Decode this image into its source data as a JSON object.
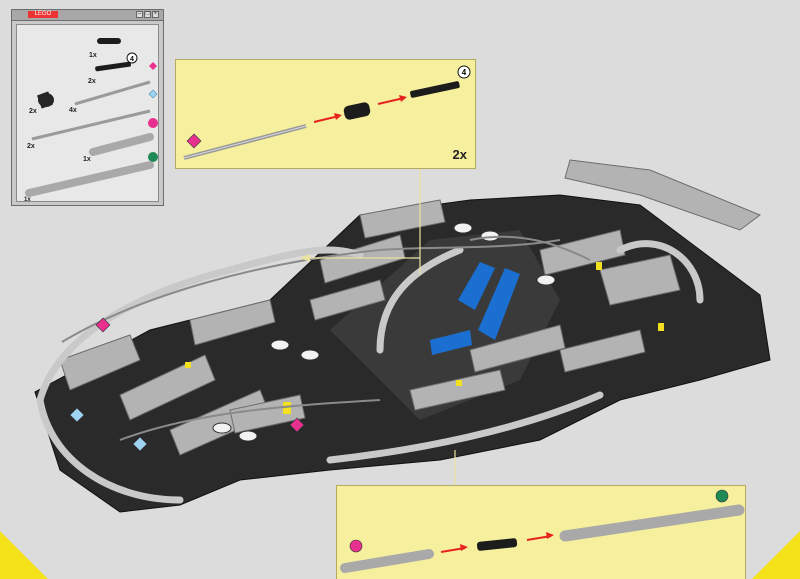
{
  "parts_list": {
    "window_title": "LEGO",
    "controls": [
      "–",
      "□",
      "×"
    ],
    "items": [
      {
        "qty": "1x",
        "part": "black-axle-pin"
      },
      {
        "qty": "2x",
        "part": "black-axle-4"
      },
      {
        "qty": "2x",
        "part": "black-bush"
      },
      {
        "qty": "4x",
        "part": "grey-axle-long"
      },
      {
        "qty": "2x",
        "part": "grey-axle-long-2"
      },
      {
        "qty": "1x",
        "part": "grey-tube-short"
      },
      {
        "qty": "1x",
        "part": "grey-tube-long"
      }
    ],
    "length_badge": "4"
  },
  "callout_top": {
    "quantity": "2x",
    "length_badge": "4"
  },
  "callout_bottom": {},
  "colors": {
    "page": "#dcdcdc",
    "callout": "#f6ef9d",
    "corner": "#f4e21a",
    "magenta": "#e8318f",
    "light-blue": "#9ed4f2",
    "green": "#1e8a55",
    "arrow": "#e8231f",
    "black-part": "#1c1c1c",
    "grey-part": "#a9a9a9",
    "blue-part": "#1a6fd0"
  }
}
